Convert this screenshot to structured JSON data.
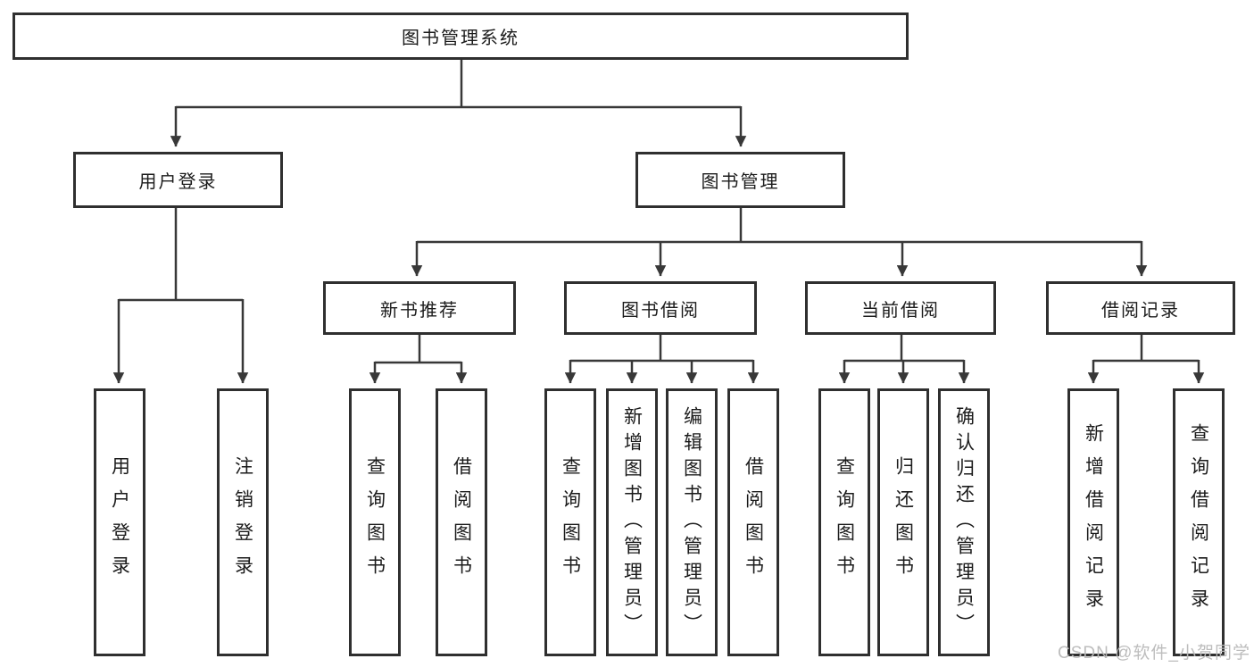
{
  "diagram": {
    "root": {
      "label": "图书管理系统"
    },
    "level2": [
      {
        "label": "用户登录"
      },
      {
        "label": "图书管理"
      }
    ],
    "level3": [
      {
        "label": "新书推荐"
      },
      {
        "label": "图书借阅"
      },
      {
        "label": "当前借阅"
      },
      {
        "label": "借阅记录"
      }
    ],
    "leaves": {
      "user_login": [
        "用户登录",
        "注销登录"
      ],
      "new_book": [
        "查询图书",
        "借阅图书"
      ],
      "book_borrow": [
        "查询图书",
        "新增图书（管理员）",
        "编辑图书（管理员）",
        "借阅图书"
      ],
      "current_borrow": [
        "查询图书",
        "归还图书",
        "确认归还（管理员）"
      ],
      "borrow_record": [
        "新增借阅记录",
        "查询借阅记录"
      ]
    }
  },
  "watermark": "CSDN @软件_小贺同学",
  "colors": {
    "line": "#383838",
    "box_border": "#2f2f2f",
    "text": "#1b1b1b",
    "watermark": "#b9b9b9",
    "background": "#ffffff"
  }
}
